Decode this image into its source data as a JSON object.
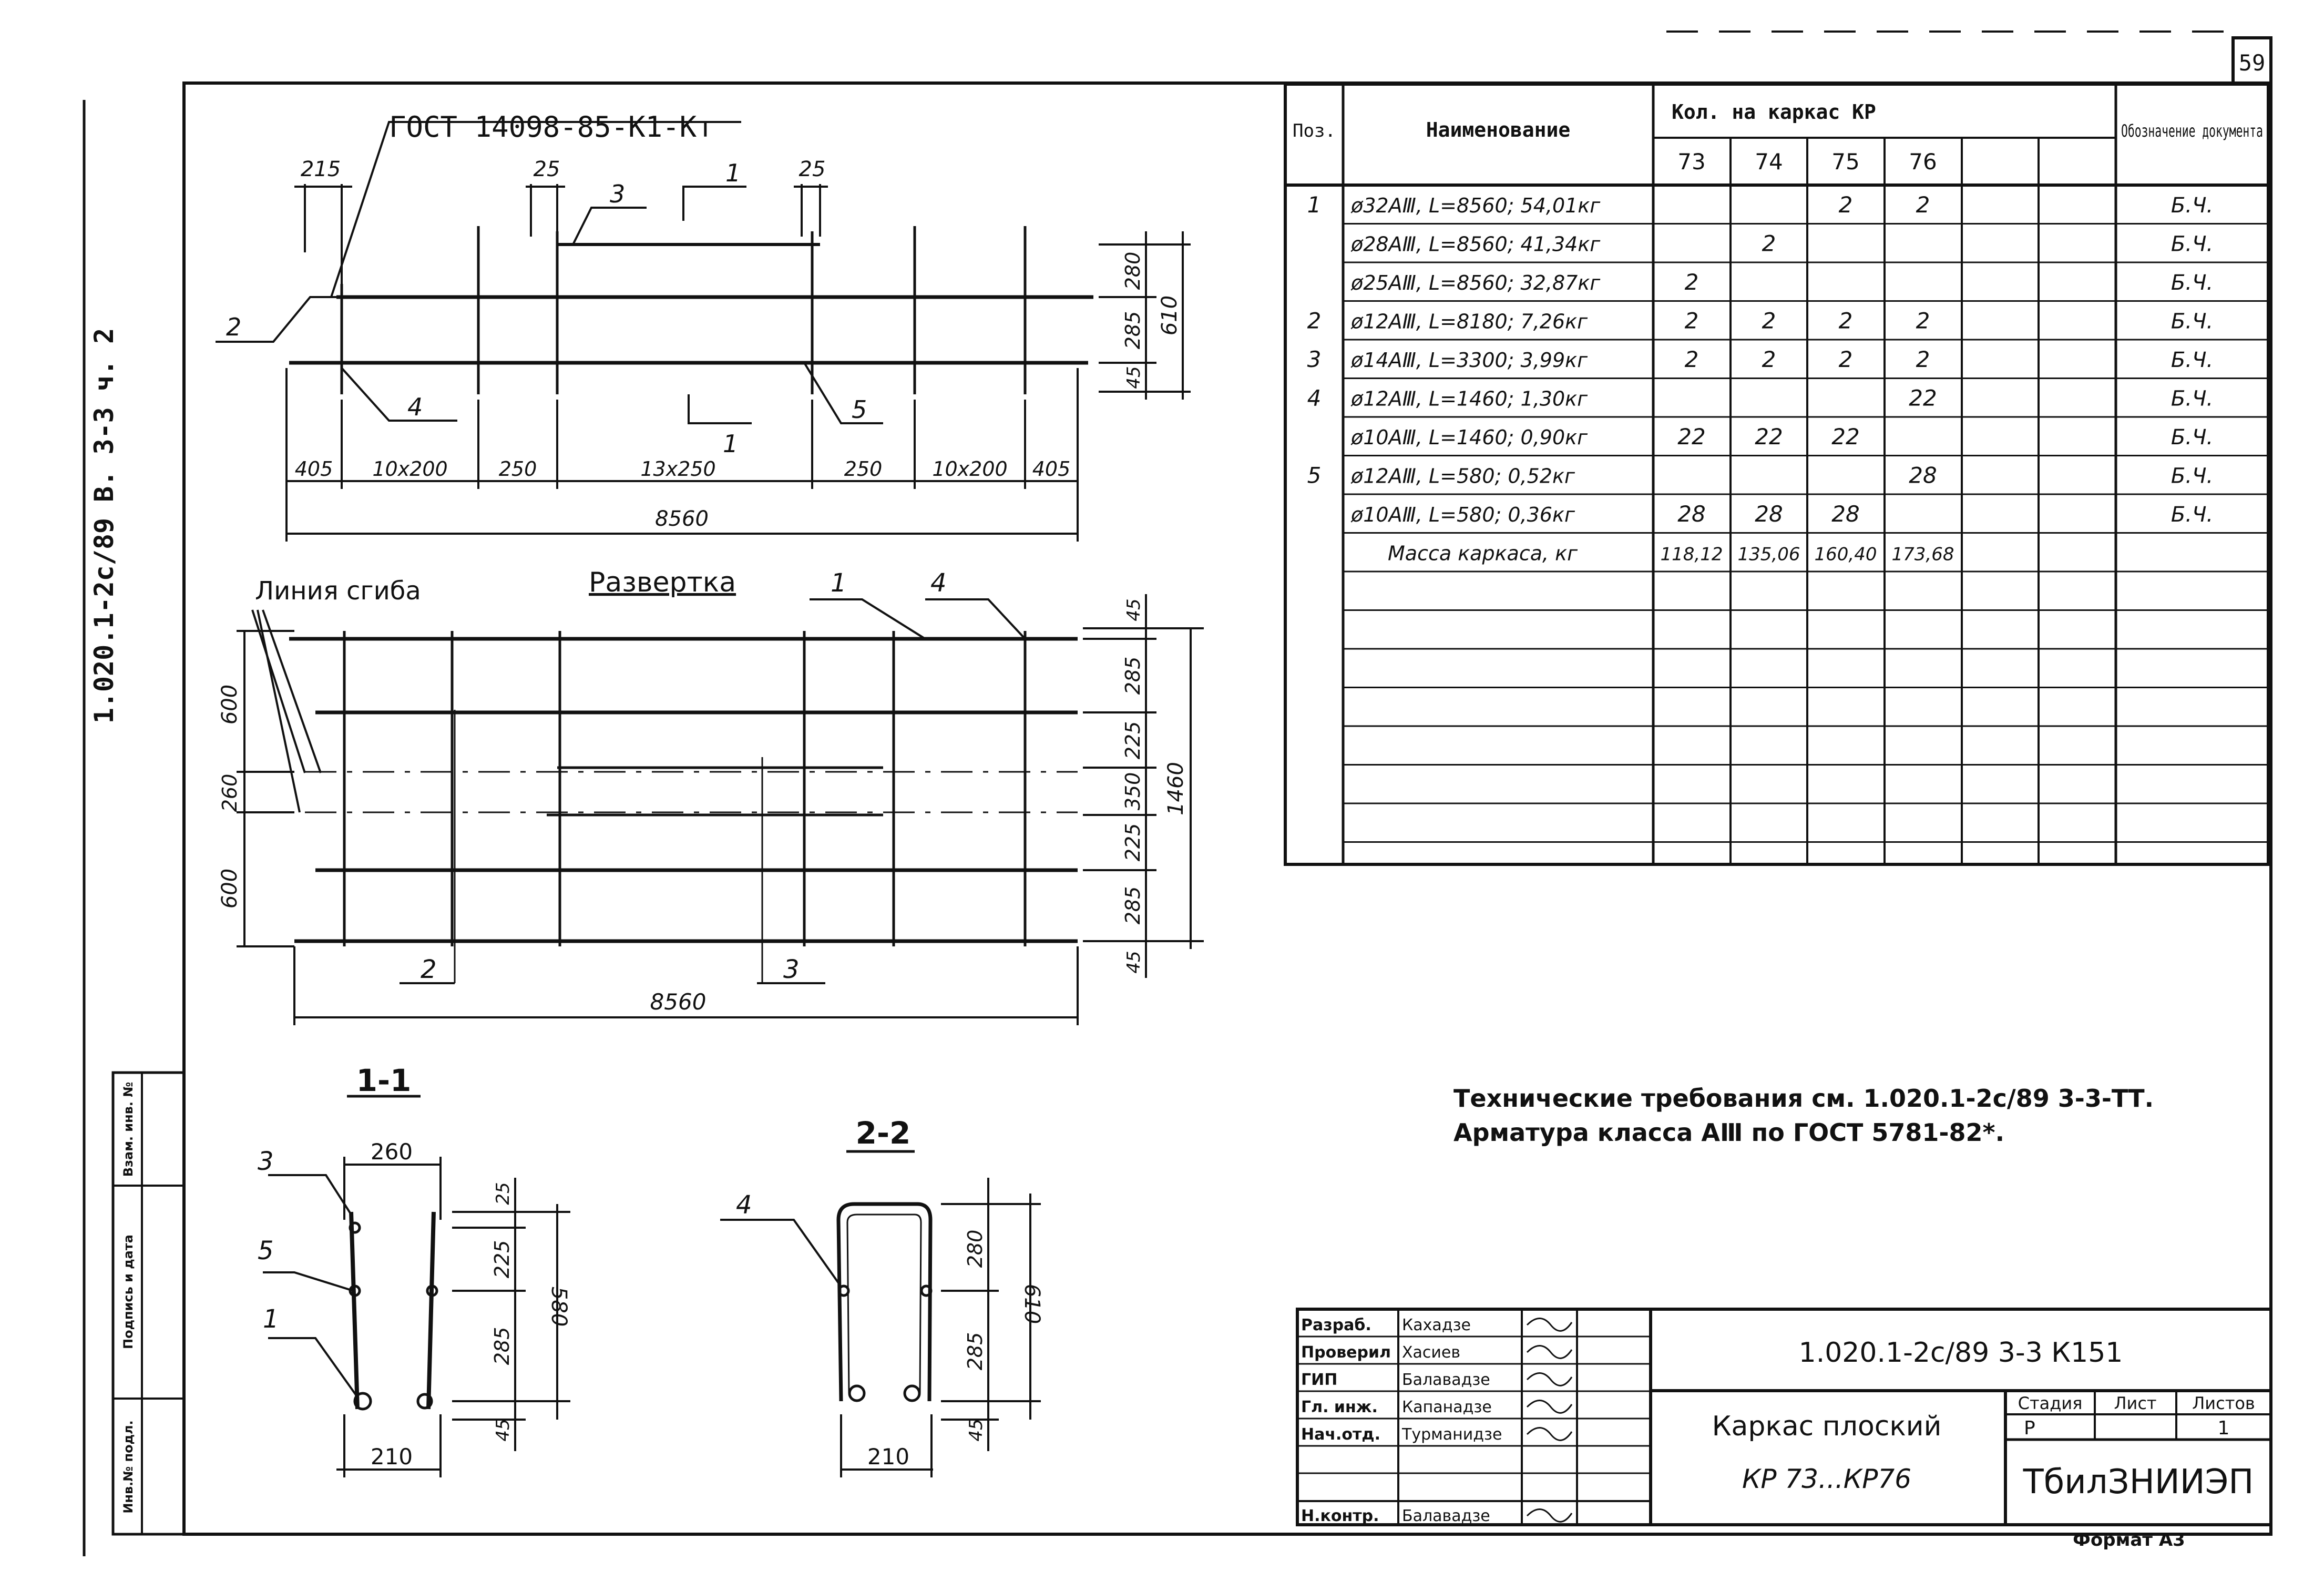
{
  "sheet": {
    "page_number": "59",
    "side_stamp": "1.020.1-2с/89 В. 3-3 ч. 2",
    "format_label": "Формат А3",
    "side_labels": [
      "Инв.№ подл.",
      "Подпись и дата",
      "Взам. инв. №"
    ]
  },
  "drawing": {
    "gost_callout": "ГОСТ 14098-85-К1-Кт",
    "top_view": {
      "dims_top": [
        "215",
        "25",
        "25"
      ],
      "dims_right": [
        "280",
        "285",
        "45"
      ],
      "dim_total_height": "610",
      "dims_bottom": [
        "405",
        "10x200",
        "250",
        "13x250",
        "250",
        "10x200",
        "405"
      ],
      "dim_total_length": "8560",
      "markers": [
        "2",
        "3",
        "4",
        "5"
      ],
      "section_marks": [
        "1",
        "1"
      ]
    },
    "development": {
      "bend_line_label": "Линия сгиба",
      "title": "Развертка",
      "markers": [
        "1",
        "4",
        "2",
        "3"
      ],
      "dims_right": [
        "45",
        "285",
        "225",
        "350",
        "225",
        "285",
        "45"
      ],
      "dim_total_height": "1460",
      "dims_left": [
        "600",
        "260",
        "600"
      ],
      "dim_total_length": "8560"
    },
    "section_1_1": {
      "title": "1-1",
      "markers": [
        "3",
        "5",
        "1"
      ],
      "dim_top": "260",
      "dim_bottom": "210",
      "dims_right": [
        "25",
        "225",
        "285",
        "45"
      ],
      "dim_total": "580"
    },
    "section_2_2": {
      "title": "2-2",
      "markers": [
        "4"
      ],
      "dim_bottom": "210",
      "dims_right": [
        "280",
        "285",
        "45"
      ],
      "dim_total": "610"
    }
  },
  "spec_table": {
    "headers": {
      "pos": "Поз.",
      "name": "Наименование",
      "qty_group": "Кол. на каркас КР",
      "doc": "Обозначение документа"
    },
    "qty_columns": [
      "73",
      "74",
      "75",
      "76",
      "",
      ""
    ],
    "rows": [
      {
        "pos": "1",
        "name": "ø32АⅢ, L=8560; 54,01кг",
        "q": [
          "",
          "",
          "2",
          "2",
          "",
          ""
        ],
        "doc": "Б.Ч."
      },
      {
        "pos": "",
        "name": "ø28АⅢ, L=8560; 41,34кг",
        "q": [
          "",
          "2",
          "",
          "",
          "",
          ""
        ],
        "doc": "Б.Ч."
      },
      {
        "pos": "",
        "name": "ø25АⅢ, L=8560; 32,87кг",
        "q": [
          "2",
          "",
          "",
          "",
          "",
          ""
        ],
        "doc": "Б.Ч."
      },
      {
        "pos": "2",
        "name": "ø12АⅢ, L=8180; 7,26кг",
        "q": [
          "2",
          "2",
          "2",
          "2",
          "",
          ""
        ],
        "doc": "Б.Ч."
      },
      {
        "pos": "3",
        "name": "ø14АⅢ, L=3300; 3,99кг",
        "q": [
          "2",
          "2",
          "2",
          "2",
          "",
          ""
        ],
        "doc": "Б.Ч."
      },
      {
        "pos": "4",
        "name": "ø12АⅢ, L=1460; 1,30кг",
        "q": [
          "",
          "",
          "",
          "22",
          "",
          ""
        ],
        "doc": "Б.Ч."
      },
      {
        "pos": "",
        "name": "ø10АⅢ, L=1460; 0,90кг",
        "q": [
          "22",
          "22",
          "22",
          "",
          "",
          ""
        ],
        "doc": "Б.Ч."
      },
      {
        "pos": "5",
        "name": "ø12АⅢ, L=580; 0,52кг",
        "q": [
          "",
          "",
          "",
          "28",
          "",
          ""
        ],
        "doc": "Б.Ч."
      },
      {
        "pos": "",
        "name": "ø10АⅢ, L=580; 0,36кг",
        "q": [
          "28",
          "28",
          "28",
          "",
          "",
          ""
        ],
        "doc": "Б.Ч."
      },
      {
        "pos": "",
        "name": "Масса каркаса, кг",
        "q": [
          "118,12",
          "135,06",
          "160,40",
          "173,68",
          "",
          ""
        ],
        "doc": ""
      }
    ]
  },
  "notes": {
    "line1": "Технические требования см. 1.020.1-2с/89 3-3-ТТ.",
    "line2": "Арматура класса АⅢ по ГОСТ 5781-82*."
  },
  "title_block": {
    "people": [
      {
        "role": "Разраб.",
        "name": "Кахадзе"
      },
      {
        "role": "Проверил",
        "name": "Хасиев"
      },
      {
        "role": "ГИП",
        "name": "Балавадзе"
      },
      {
        "role": "Гл. инж.",
        "name": "Капанадзе"
      },
      {
        "role": "Нач.отд.",
        "name": "Турманидзе"
      },
      {
        "role": "",
        "name": ""
      },
      {
        "role": "Н.контр.",
        "name": "Балавадзе"
      }
    ],
    "doc_code": "1.020.1-2с/89 3-3 К151",
    "title_line1": "Каркас плоский",
    "title_line2": "КР 73...КР76",
    "stage_label": "Стадия",
    "sheet_label": "Лист",
    "sheets_label": "Листов",
    "stage_value": "Р",
    "sheet_value": "",
    "sheets_value": "1",
    "org": "ТбилЗНИИЭП"
  }
}
